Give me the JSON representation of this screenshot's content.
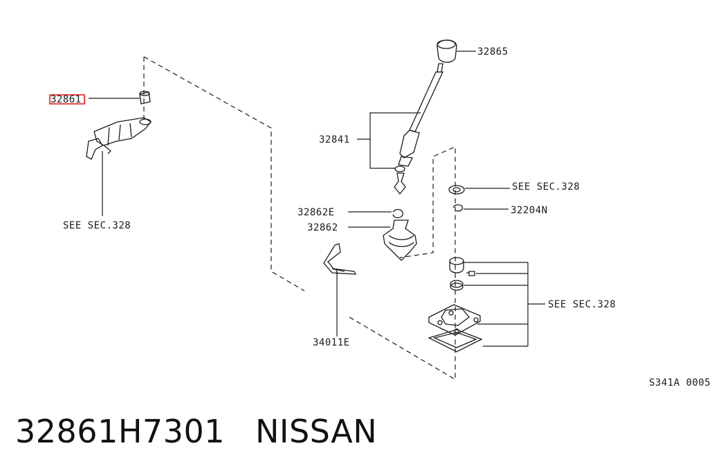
{
  "labels": {
    "knob": "32865",
    "lever": "32841",
    "seal_e": "32862E",
    "boot": "32862",
    "highlight": "32861",
    "clip": "34011E",
    "snap_ring": "32204N",
    "see_sec_left": "SEE SEC.328",
    "see_sec_ring": "SEE SEC.328",
    "see_sec_bottom": "SEE SEC.328",
    "figure_code": "S341A 0005"
  },
  "footer": {
    "part_number": "32861H7301",
    "brand": "NISSAN"
  },
  "colors": {
    "highlight_box": "#e02020",
    "ink": "#1a1a1a"
  }
}
